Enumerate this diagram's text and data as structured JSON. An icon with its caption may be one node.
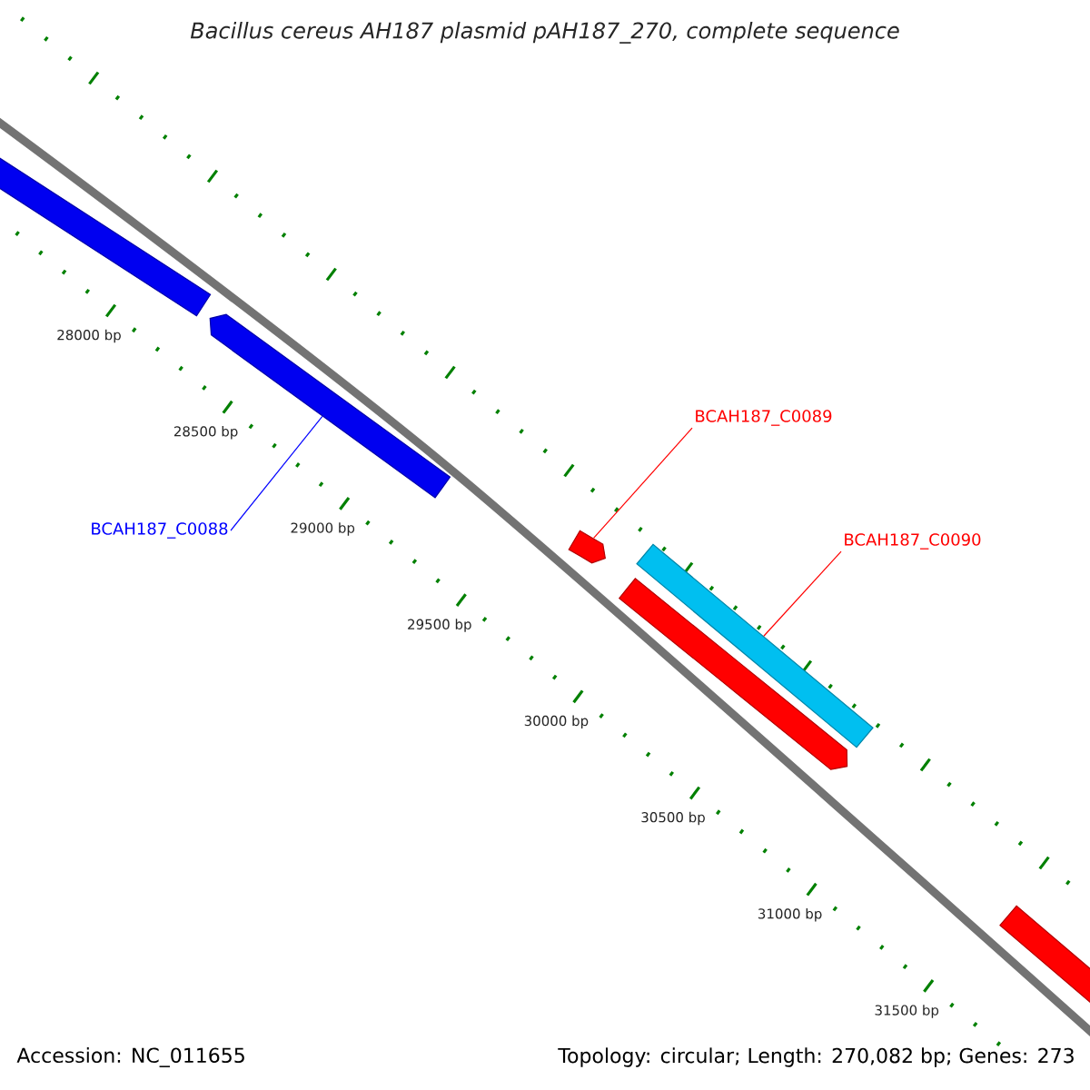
{
  "diagram": {
    "title": "Bacillus cereus AH187 plasmid pAH187_270, complete sequence",
    "nodes": [
      {
        "text": [],
        "shape": "bar"
      },
      {
        "text": [],
        "shape": "arrow"
      },
      {
        "text": [
          "BCAH187_C0089"
        ]
      },
      {
        "text": [],
        "shape": "arrow"
      },
      {
        "text": [
          "BCAH187_C0090"
        ]
      },
      {
        "text": [],
        "shape": "bar"
      },
      {
        "text": [],
        "shape": "arrow"
      },
      {
        "text": [
          "BCAH187_C0088"
        ]
      },
      {
        "text": [],
        "shape": "bar"
      }
    ],
    "edges": [
      {
        "from": 2,
        "to": 3,
        "arrow": "none"
      },
      {
        "from": 4,
        "to": 5,
        "arrow": "none"
      },
      {
        "from": 7,
        "to": 1,
        "arrow": "none",
        "color": "#0000ff"
      }
    ],
    "labels": [
      "28000 bp",
      "28500 bp",
      "29000 bp",
      "29500 bp",
      "30000 bp",
      "30500 bp",
      "31000 bp",
      "31500 bp",
      "Accession: NC_011655",
      "Topology: circular; Length: 270,082 bp; Genes: 273"
    ]
  }
}
